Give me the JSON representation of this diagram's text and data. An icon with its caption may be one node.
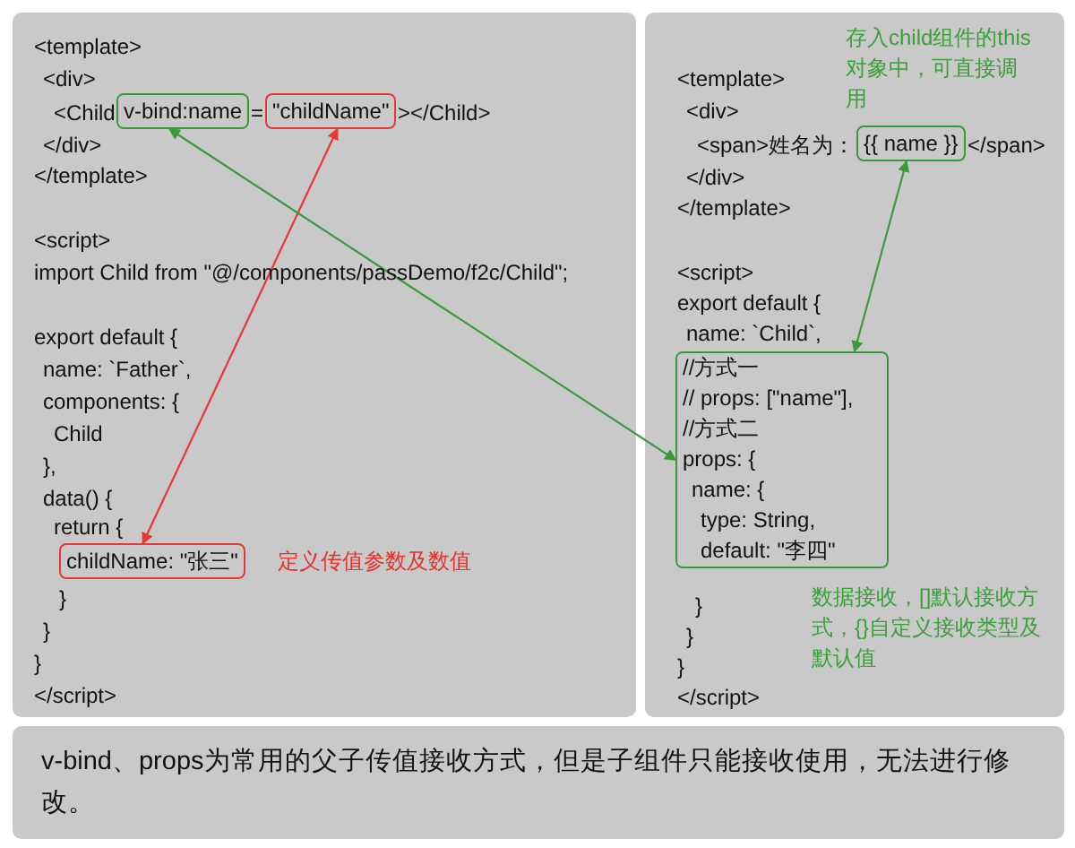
{
  "diagram": {
    "nodes": [
      {
        "text": [],
        "shape": "box"
      },
      {
        "text": [
          "v-bind:name"
        ],
        "in": 0
      },
      {
        "text": [
          "\"childName\""
        ],
        "in": 0
      },
      {
        "text": [
          "childName: \"张三\""
        ],
        "in": 0,
        "beside": [
          "定义传值参数及数值"
        ]
      },
      {
        "text": [],
        "shape": "box"
      },
      {
        "text": [
          "{{ name }}"
        ],
        "in": 4,
        "beside": [
          "存入child组件的this对象中，可直接调用"
        ]
      },
      {
        "text": [
          "//方式一",
          "// props: [\"name\"],",
          "//方式二",
          "props: {",
          "name: {",
          "type: String,",
          "default: \"李四\""
        ],
        "in": 4,
        "beside": [
          "数据接收，[]默认接收方式，{}自定义接收类型及默认值"
        ]
      },
      {
        "text": [
          "v-bind、props为常用的父子传值接收方式，但是子组件只能接收使用，无法进行修改。"
        ]
      }
    ],
    "edges": [
      {
        "from": 3,
        "to": 2,
        "arrow": "both",
        "color": "#e53935"
      },
      {
        "from": 1,
        "to": 6,
        "arrow": "both",
        "color": "#3a9a3a"
      },
      {
        "from": 6,
        "to": 5,
        "arrow": "both",
        "color": "#3a9a3a"
      }
    ],
    "labels": [
      "<template>",
      "<div>",
      "<Child",
      "=",
      "></Child>",
      "</div>",
      "</template>",
      "<script>",
      "import Child from \"@/components/passDemo/f2c/Child\";",
      "export default {",
      "name: `Father`,",
      "components: {",
      "Child",
      "},",
      "data() {",
      "return {",
      "}",
      "}",
      "}",
      "</script>",
      "<template>",
      "<div>",
      "<span>姓名为：",
      "</span>",
      "</div>",
      "</template>",
      "<script>",
      "export default {",
      "name: `Child`,",
      "}",
      "}",
      "}",
      "</script>"
    ]
  }
}
